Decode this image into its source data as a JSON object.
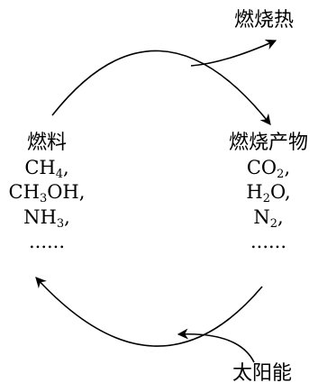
{
  "top_label": "燃烧热",
  "bottom_label": "太阳能",
  "left": {
    "title": "燃料",
    "items": [
      {
        "main": "CH",
        "sub": "4",
        "tail": ","
      },
      {
        "main": "CH",
        "sub": "3",
        "tail": "OH,"
      },
      {
        "main": "NH",
        "sub": "3",
        "tail": ","
      },
      {
        "main": "......",
        "sub": "",
        "tail": ""
      }
    ]
  },
  "right": {
    "title": "燃烧产物",
    "items": [
      {
        "main": "CO",
        "sub": "2",
        "tail": ","
      },
      {
        "main": "H",
        "sub": "2",
        "tail": "O,"
      },
      {
        "main": "N",
        "sub": "2",
        "tail": ","
      },
      {
        "main": "......",
        "sub": "",
        "tail": ""
      }
    ]
  },
  "colors": {
    "stroke": "#000000",
    "text": "#000000"
  }
}
